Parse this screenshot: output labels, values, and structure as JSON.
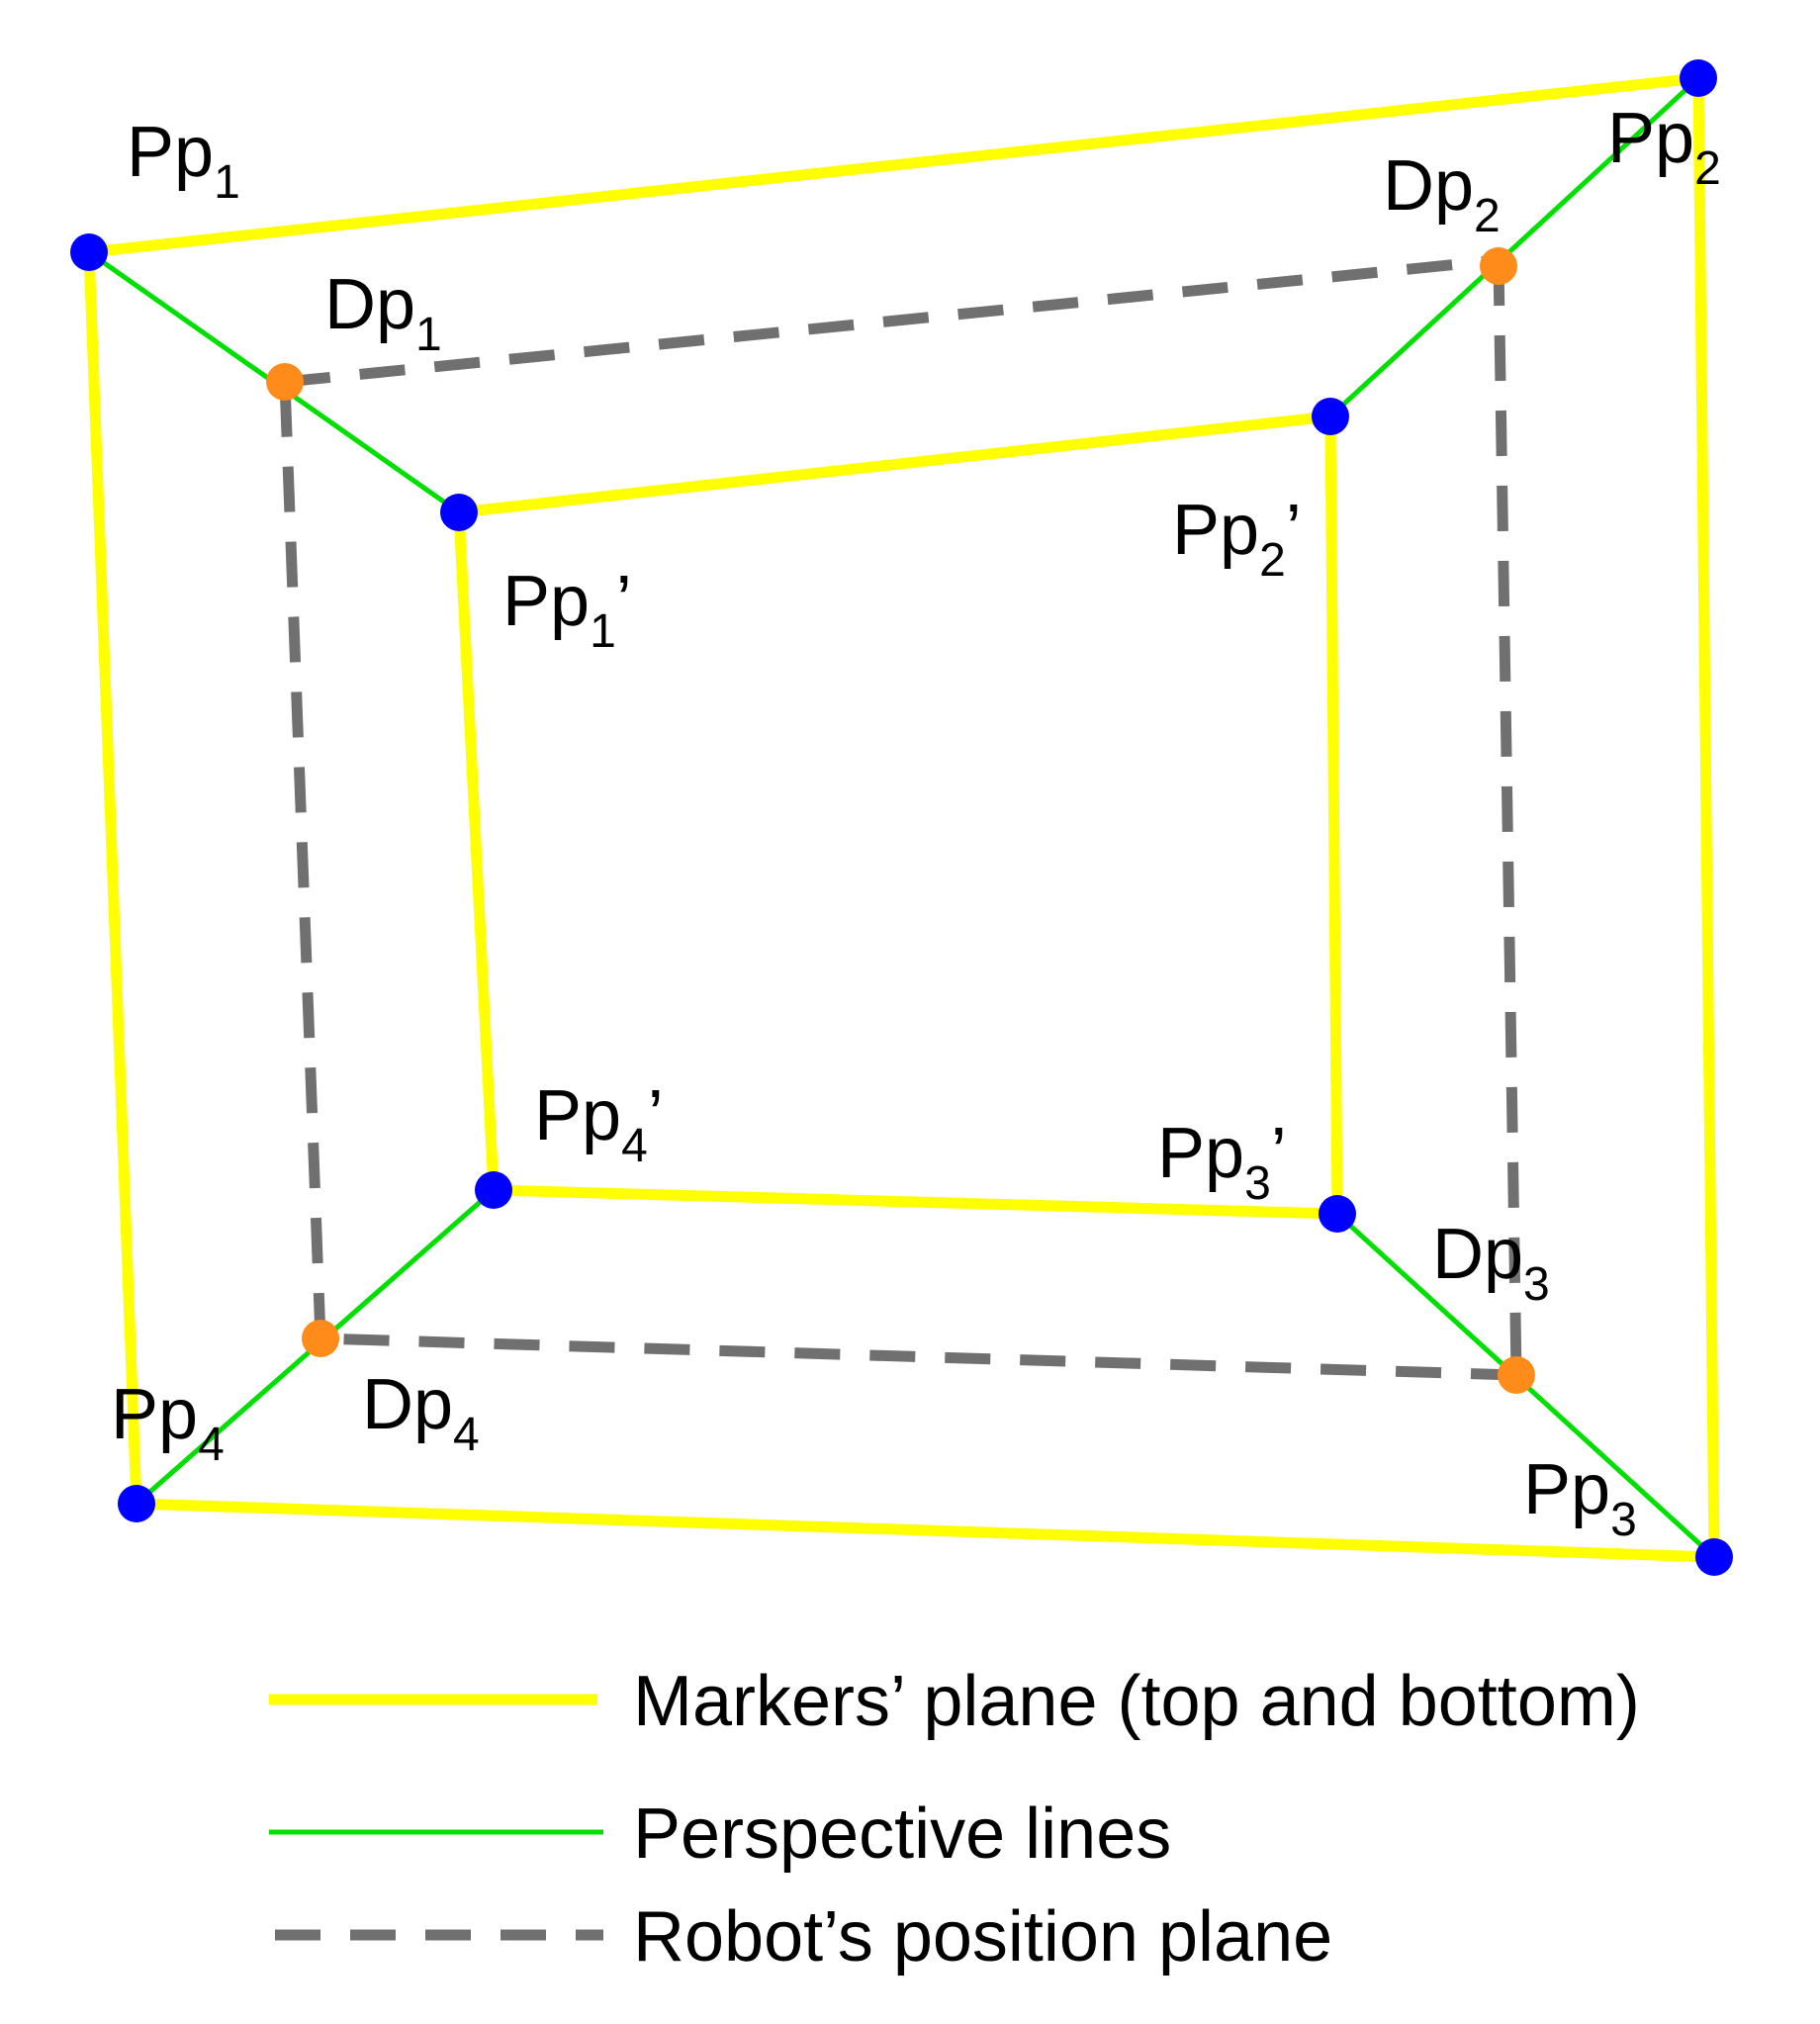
{
  "colors": {
    "markers_plane": "#ffff00",
    "perspective": "#00e000",
    "robot_plane": "#707070",
    "marker_point": "#0000ff",
    "robot_point": "#ff8c1a"
  },
  "labels": {
    "pp1": {
      "base": "Pp",
      "sub": "1",
      "suffix": ""
    },
    "pp2": {
      "base": "Pp",
      "sub": "2",
      "suffix": ""
    },
    "pp3": {
      "base": "Pp",
      "sub": "3",
      "suffix": ""
    },
    "pp4": {
      "base": "Pp",
      "sub": "4",
      "suffix": ""
    },
    "pp1p": {
      "base": "Pp",
      "sub": "1",
      "suffix": "’"
    },
    "pp2p": {
      "base": "Pp",
      "sub": "2",
      "suffix": "’"
    },
    "pp3p": {
      "base": "Pp",
      "sub": "3",
      "suffix": "’"
    },
    "pp4p": {
      "base": "Pp",
      "sub": "4",
      "suffix": "’"
    },
    "dp1": {
      "base": "Dp",
      "sub": "1",
      "suffix": ""
    },
    "dp2": {
      "base": "Dp",
      "sub": "2",
      "suffix": ""
    },
    "dp3": {
      "base": "Dp",
      "sub": "3",
      "suffix": ""
    },
    "dp4": {
      "base": "Dp",
      "sub": "4",
      "suffix": ""
    }
  },
  "legend": {
    "markers_plane": "Markers’ plane (top and bottom)",
    "perspective_lines": "Perspective lines",
    "robot_plane": "Robot’s position plane"
  }
}
